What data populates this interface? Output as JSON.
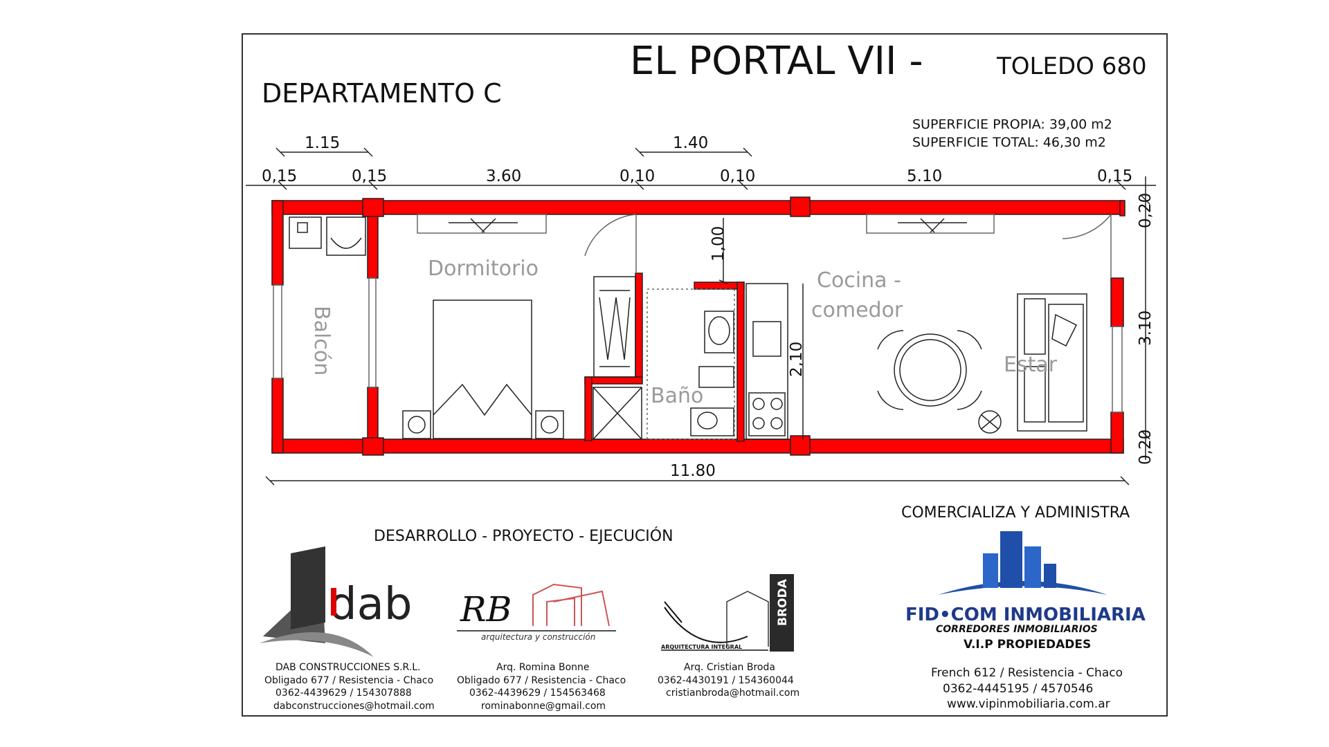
{
  "header": {
    "title": "EL PORTAL VII -",
    "address": "TOLEDO 680",
    "unit": "DEPARTAMENTO C",
    "surface_own": "SUPERFICIE PROPIA: 39,00 m2",
    "surface_total": "SUPERFICIE TOTAL: 46,30 m2"
  },
  "dimensions": {
    "balcony_width": "1.15",
    "bath_width": "1.40",
    "top": [
      "0,15",
      "0,15",
      "3.60",
      "0,10",
      "0,10",
      "5.10",
      "0,15"
    ],
    "right_top": "0,20",
    "right_mid": "3.10",
    "right_bottom": "0,20",
    "total_length": "11.80",
    "door_height": "1,00",
    "kitchen_length": "2,10"
  },
  "rooms": {
    "balcony": "Balcón",
    "bedroom": "Dormitorio",
    "bathroom": "Baño",
    "kitchen_line1": "Cocina -",
    "kitchen_line2": "comedor",
    "living": "Estar"
  },
  "credits": {
    "development_heading": "DESARROLLO - PROYECTO - EJECUCIÓN",
    "sales_heading": "COMERCIALIZA Y ADMINISTRA",
    "dab": {
      "logo": "dab",
      "name": "DAB CONSTRUCCIONES S.R.L.",
      "address": "Obligado 677 / Resistencia - Chaco",
      "phone": "0362-4439629 / 154307888",
      "email": "dabconstrucciones@hotmail.com"
    },
    "rb": {
      "logo": "RB",
      "tagline": "arquitectura y construcción",
      "name": "Arq. Romina Bonne",
      "address": "Obligado 677 / Resistencia - Chaco",
      "phone": "0362-4439629 / 154563468",
      "email": "rominabonne@gmail.com"
    },
    "broda": {
      "logo": "BRODA",
      "tagline": "ARQUITECTURA INTEGRAL",
      "name": "Arq. Cristian Broda",
      "phone": "0362-4430191 / 154360044",
      "email": "cristianbroda@hotmail.com"
    },
    "fidcom": {
      "logo": "FID•COM INMOBILIARIA",
      "subtitle": "CORREDORES INMOBILIARIOS",
      "brand": "V.I.P PROPIEDADES",
      "address": "French 612 / Resistencia - Chaco",
      "phone": "0362-4445195 / 4570546",
      "web": "www.vipinmobiliaria.com.ar"
    }
  },
  "colors": {
    "wall": "#ff0000",
    "fidcom_blue": "#1f4fa8"
  }
}
